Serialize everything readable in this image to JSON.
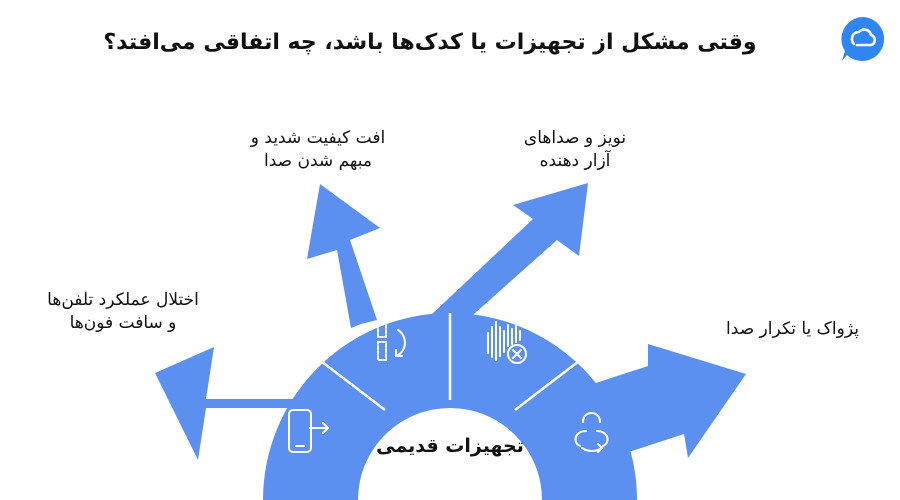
{
  "title": "وقتی مشکل از تجهیزات یا کدک‌ها باشد، چه اتفاقی می‌افتد؟",
  "center_label": "تجهیزات قدیمی",
  "colors": {
    "arrow": "#5b8ff0",
    "divider": "#ffffff",
    "logo": "#2f86f2"
  },
  "branches": [
    {
      "id": "smartphones",
      "icon": "phone-exit-icon",
      "lines": [
        "اختلال عملکرد تلفن‌ها",
        "و سافت فون‌ها"
      ]
    },
    {
      "id": "quality",
      "icon": "scan-rotate-icon",
      "lines": [
        "افت کیفیت شدید و",
        "مبهم شدن صدا"
      ]
    },
    {
      "id": "noise",
      "icon": "sound-wave-x-icon",
      "lines": [
        "نویز و صداهای",
        "آزار دهنده"
      ]
    },
    {
      "id": "echo",
      "icon": "echo-loop-icon",
      "lines": [
        "پژواک یا تکرار صدا"
      ]
    }
  ]
}
